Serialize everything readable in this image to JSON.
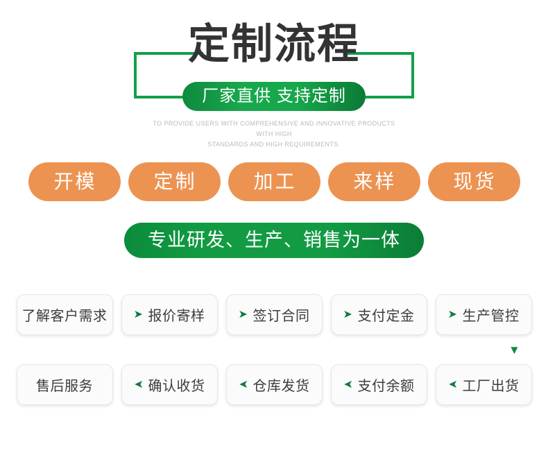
{
  "header": {
    "title": "定制流程",
    "badge": "厂家直供 支持定制",
    "english_line1": "TO PROVIDE USERS WITH COMPREHENSIVE AND INNOVATIVE PRODUCTS WITH HIGH",
    "english_line2": "STANDARDS AND HIGH REQUIREMENTS.",
    "bracket_color": "#11a049",
    "title_color": "#333333"
  },
  "service_pills": {
    "color": "#ec9352",
    "items": [
      {
        "label": "开模"
      },
      {
        "label": "定制"
      },
      {
        "label": "加工"
      },
      {
        "label": "来样"
      },
      {
        "label": "现货"
      }
    ]
  },
  "banner": {
    "label": "专业研发、生产、销售为一体",
    "color": "#139b44"
  },
  "process": {
    "arrow_color": "#127b3d",
    "arrow_right_glyph": "➤",
    "arrow_down_glyph": "▼",
    "row1": [
      {
        "label": "了解客户需求",
        "arrow": ""
      },
      {
        "label": "报价寄样",
        "arrow": "➤"
      },
      {
        "label": "签订合同",
        "arrow": "➤"
      },
      {
        "label": "支付定金",
        "arrow": "➤"
      },
      {
        "label": "生产管控",
        "arrow": "➤"
      }
    ],
    "row2": [
      {
        "label": "售后服务",
        "arrow": ""
      },
      {
        "label": "确认收货",
        "arrow": "➤"
      },
      {
        "label": "仓库发货",
        "arrow": "➤"
      },
      {
        "label": "支付余额",
        "arrow": "➤"
      },
      {
        "label": "工厂出货",
        "arrow": "➤"
      }
    ]
  }
}
